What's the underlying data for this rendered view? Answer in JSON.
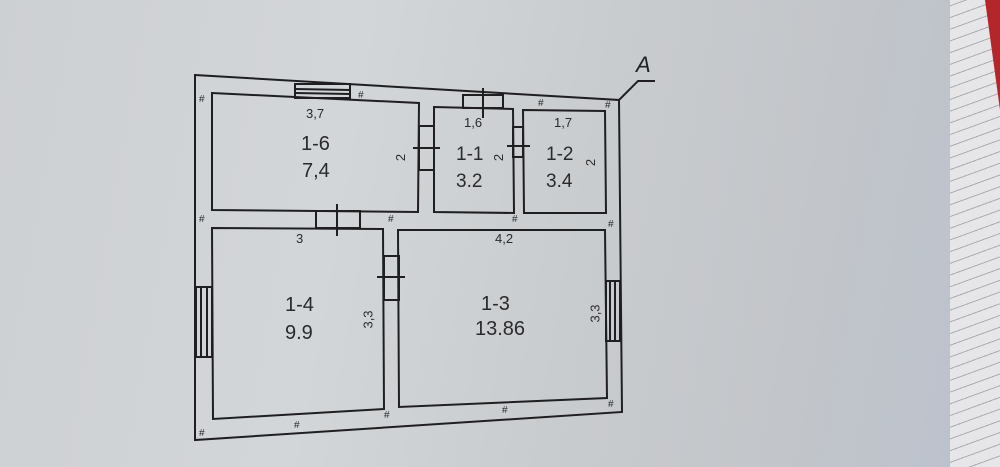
{
  "plan": {
    "marker": "A",
    "rooms": [
      {
        "id": "1-6",
        "area": "7,4",
        "width": "3,7",
        "height": "2"
      },
      {
        "id": "1-1",
        "area": "3.2",
        "width": "1,6",
        "height": "2"
      },
      {
        "id": "1-2",
        "area": "3.4",
        "width": "1,7",
        "height": "2"
      },
      {
        "id": "1-4",
        "area": "9.9",
        "width": "3",
        "height": "3,3"
      },
      {
        "id": "1-3",
        "area": "13.86",
        "width": "4,2",
        "height": "3,3"
      }
    ]
  },
  "colors": {
    "line": "#1f1f22",
    "paper": "#cfd2d4",
    "accent": "#b3262a"
  }
}
